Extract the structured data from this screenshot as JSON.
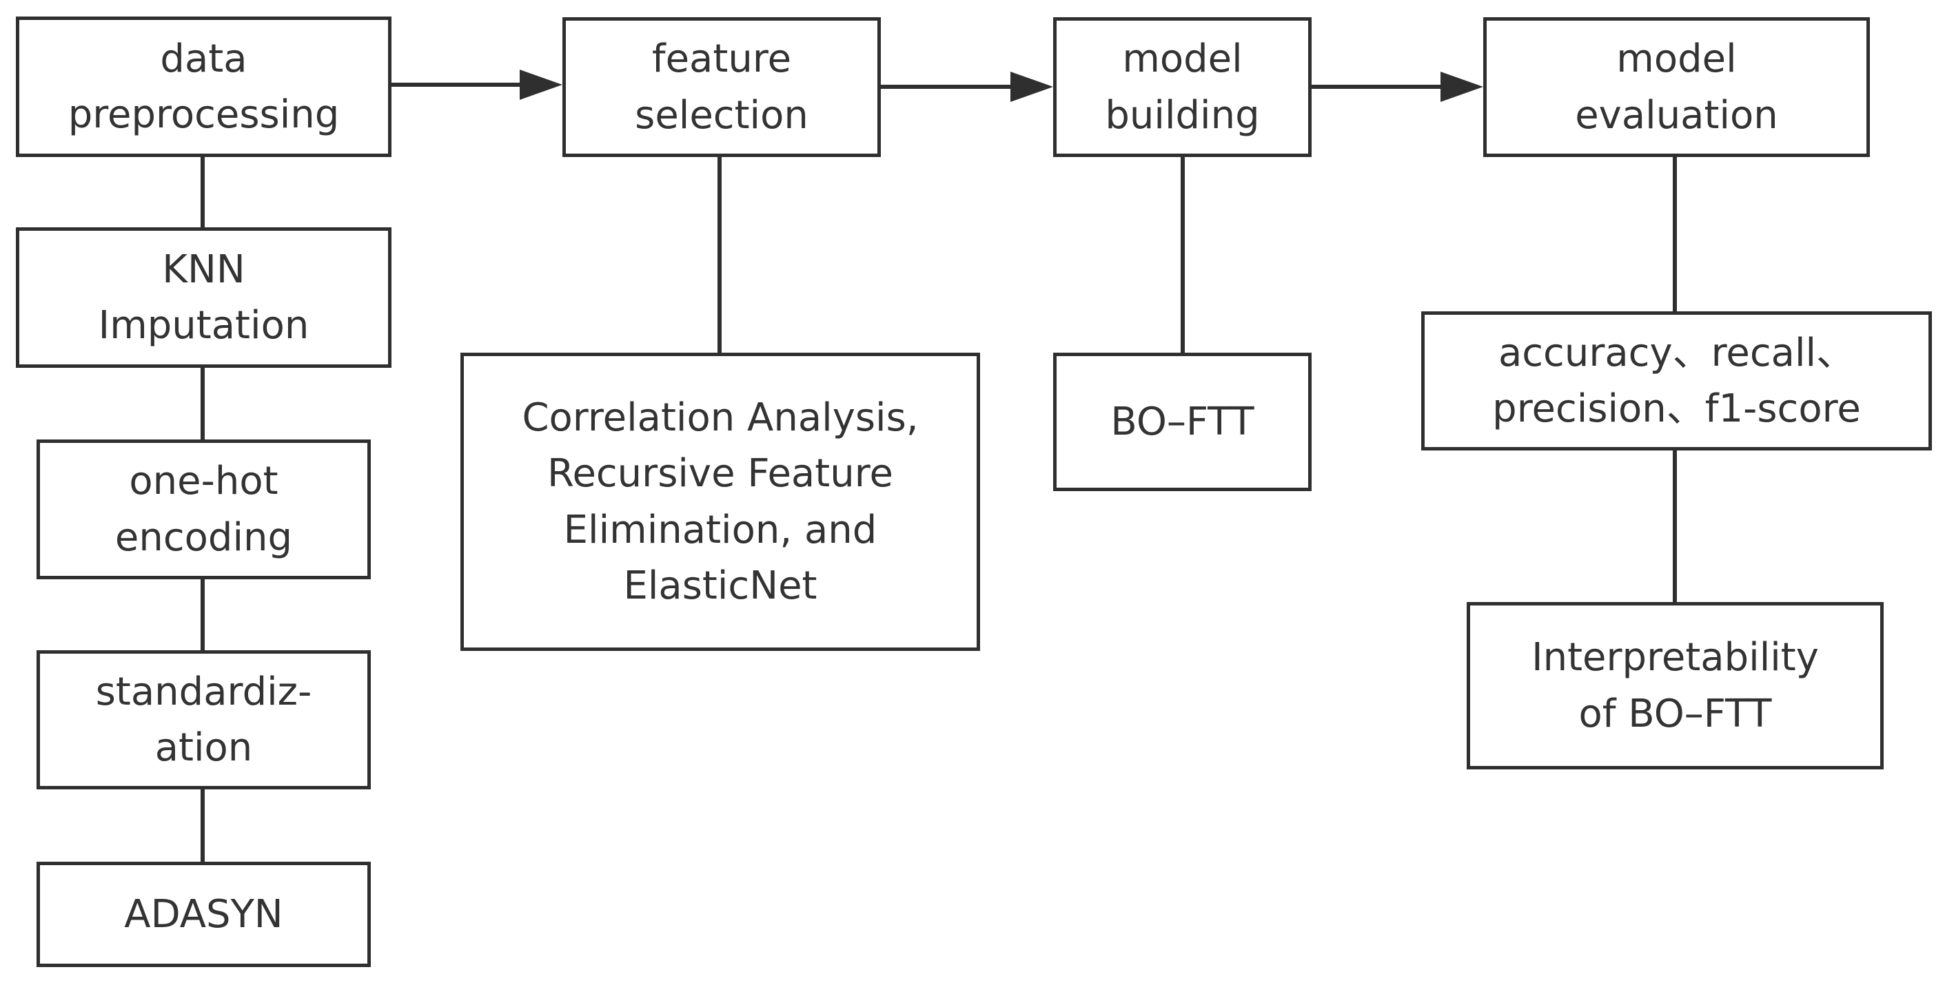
{
  "diagram": {
    "stages": [
      {
        "id": "data-preprocessing",
        "label": "data\npreprocessing"
      },
      {
        "id": "feature-selection",
        "label": "feature\nselection"
      },
      {
        "id": "model-building",
        "label": "model\nbuilding"
      },
      {
        "id": "model-evaluation",
        "label": "model\nevaluation"
      }
    ],
    "preprocessing_steps": [
      {
        "id": "knn-imputation",
        "label": "KNN\nImputation"
      },
      {
        "id": "one-hot-encoding",
        "label": "one-hot\nencoding"
      },
      {
        "id": "standardization",
        "label": "standardiz-\nation"
      },
      {
        "id": "adasyn",
        "label": "ADASYN"
      }
    ],
    "feature_selection_methods": {
      "label": "Correlation Analysis,\nRecursive Feature\nElimination, and\nElasticNet"
    },
    "model": {
      "label": "BO–FTT"
    },
    "evaluation_metrics": {
      "label": "accuracy、recall、\nprecision、f1-score"
    },
    "interpretability": {
      "label": "Interpretability\nof BO–FTT"
    }
  },
  "colors": {
    "stroke": "#2f2f2f",
    "text": "#333333",
    "background": "#ffffff"
  }
}
